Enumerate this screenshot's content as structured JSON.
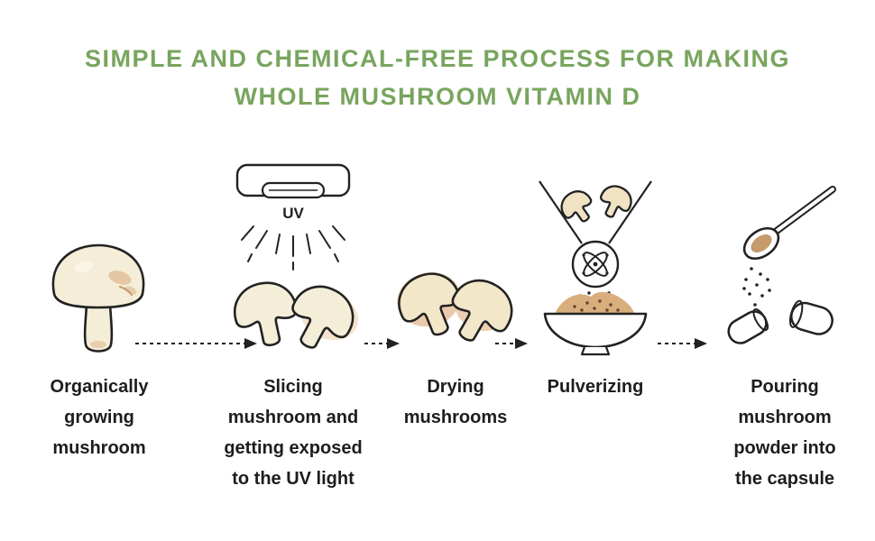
{
  "title": {
    "line1": "SIMPLE AND CHEMICAL-FREE PROCESS FOR MAKING",
    "line2": "WHOLE MUSHROOM VITAMIN D"
  },
  "steps": [
    {
      "name": "organically-growing-mushroom",
      "icon": "whole-mushroom-icon",
      "lines": [
        "Organically",
        "growing",
        "mushroom"
      ]
    },
    {
      "name": "slicing-and-uv-exposure",
      "icon": "uv-lamp-sliced-mushrooms-icon",
      "uv_label": "UV",
      "lines": [
        "Slicing",
        "mushroom and",
        "getting exposed",
        "to the UV light"
      ]
    },
    {
      "name": "drying-mushrooms",
      "icon": "dried-mushroom-slices-icon",
      "lines": [
        "Drying",
        "mushrooms"
      ]
    },
    {
      "name": "pulverizing",
      "icon": "mushroom-grinder-bowl-icon",
      "lines": [
        "Pulverizing"
      ]
    },
    {
      "name": "pouring-into-capsule",
      "icon": "spoon-powder-capsule-icon",
      "lines": [
        "Pouring",
        "mushroom",
        "powder into",
        "the capsule"
      ]
    }
  ],
  "colors": {
    "title_green": "#78a55e",
    "outline": "#222222",
    "mushroom_cream": "#f4edd8",
    "mushroom_tan": "#dfae80",
    "powder_tan": "#d9ad7c",
    "label_text": "#1d1d1d"
  }
}
